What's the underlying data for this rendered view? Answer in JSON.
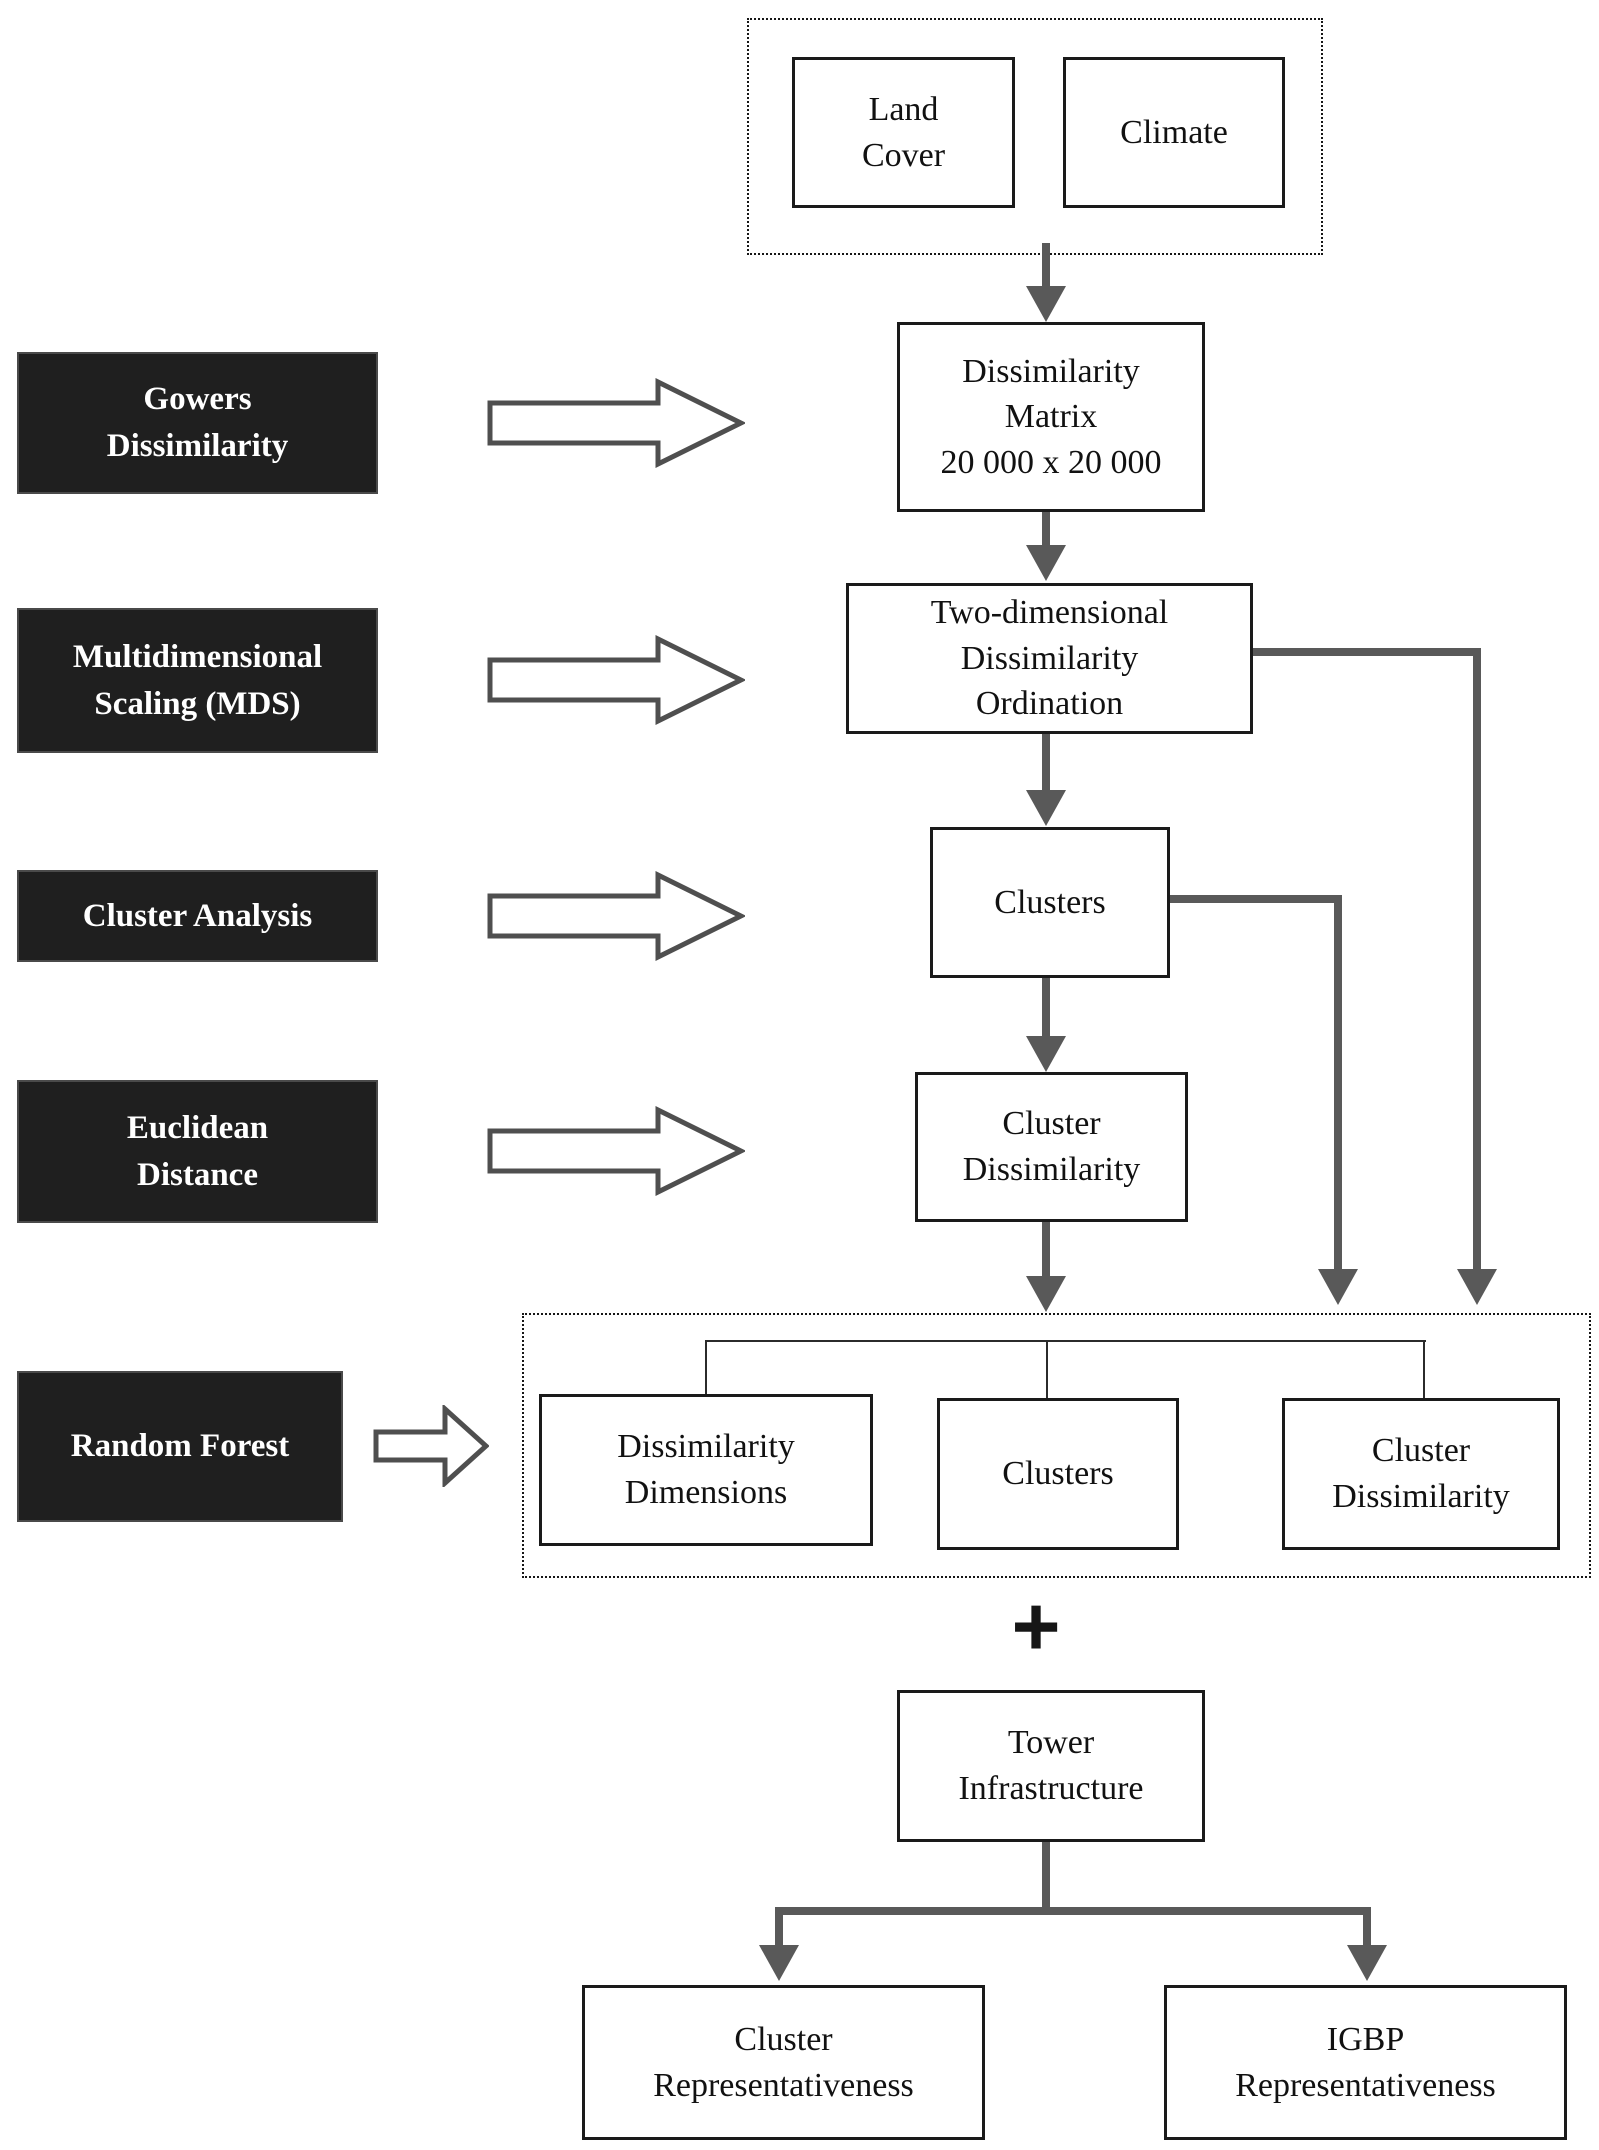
{
  "figure": {
    "inputs": {
      "land_cover": {
        "line1": "Land",
        "line2": "Cover"
      },
      "climate": {
        "line1": "Climate"
      }
    },
    "methods": {
      "gowers": {
        "line1": "Gowers",
        "line2": "Dissimilarity"
      },
      "mds": {
        "line1": "Multidimensional",
        "line2": "Scaling (MDS)"
      },
      "cluster_analysis": {
        "line1": "Cluster Analysis"
      },
      "euclidean": {
        "line1": "Euclidean",
        "line2": "Distance"
      },
      "random_forest": {
        "line1": "Random Forest"
      }
    },
    "flow": {
      "dissimilarity_matrix": {
        "line1": "Dissimilarity",
        "line2": "Matrix",
        "line3": "20 000 x 20 000"
      },
      "ordination": {
        "line1": "Two-dimensional",
        "line2": "Dissimilarity",
        "line3": "Ordination"
      },
      "clusters": {
        "line1": "Clusters"
      },
      "cluster_dissimilarity": {
        "line1": "Cluster",
        "line2": "Dissimilarity"
      }
    },
    "rf_outputs": {
      "dissimilarity_dimensions": {
        "line1": "Dissimilarity",
        "line2": "Dimensions"
      },
      "clusters": {
        "line1": "Clusters"
      },
      "cluster_dissimilarity": {
        "line1": "Cluster",
        "line2": "Dissimilarity"
      }
    },
    "combine": {
      "plus": "+"
    },
    "assessment": {
      "tower_infrastructure": {
        "line1": "Tower",
        "line2": "Infrastructure"
      },
      "cluster_representativeness": {
        "line1": "Cluster",
        "line2": "Representativeness"
      },
      "igbp_representativeness": {
        "line1": "IGBP",
        "line2": "Representativeness"
      }
    },
    "colors": {
      "connector_gray": "#595959",
      "method_box_bg": "#1f1f1f",
      "method_box_text": "#ffffff",
      "box_border": "#1a1a1a"
    }
  }
}
